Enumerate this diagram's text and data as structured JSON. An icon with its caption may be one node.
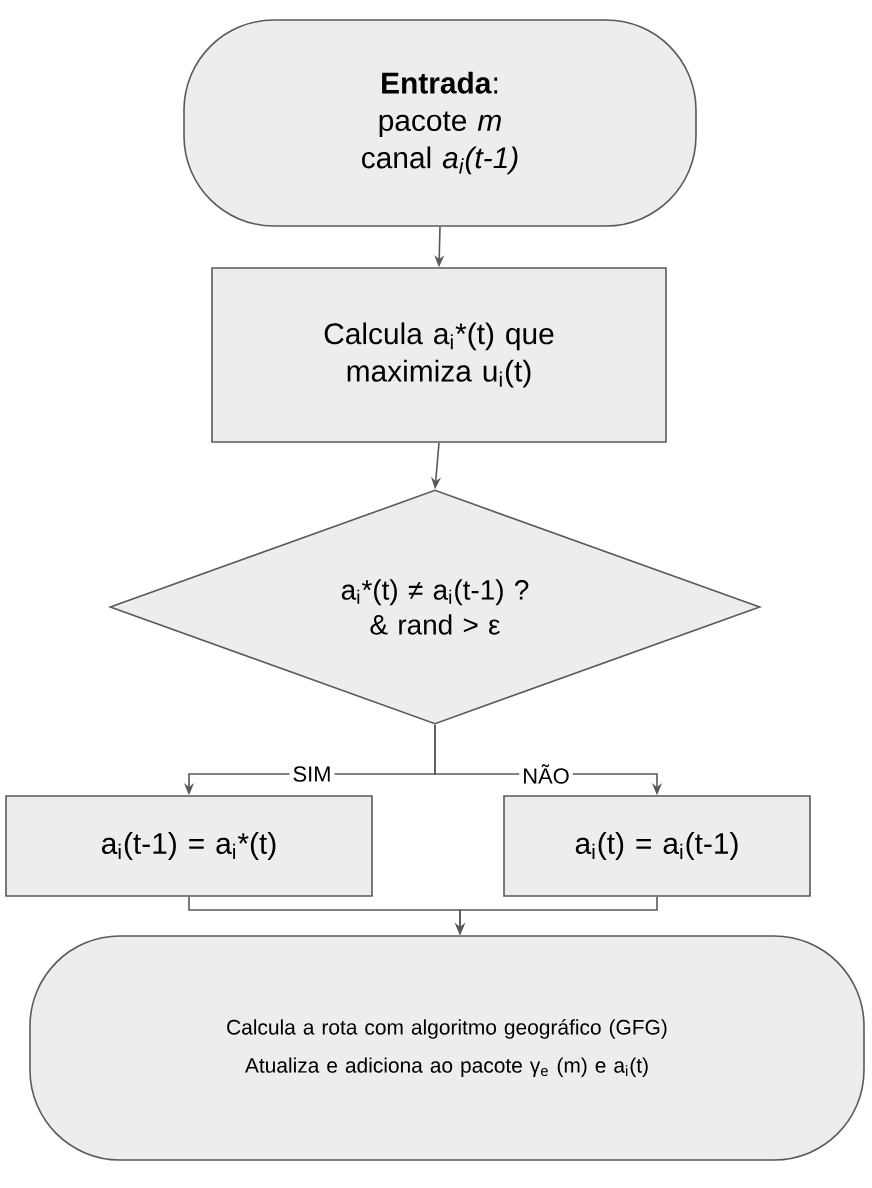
{
  "diagram": {
    "nodes": [
      {
        "text": [
          "**Entrada**:",
          "pacote *m*",
          "canal *a$_{i}$(t-1)*"
        ]
      },
      {
        "text": [
          "Calcula a$_{i}$*(t) que maximiza u$_{i}$(t)"
        ]
      },
      {
        "text": [
          "a$_{i}$*(t) ≠ a$_{i}$(t-1) ?",
          "&  rand > ε"
        ]
      },
      {
        "text": [
          "a$_{i}$(t-1) = a$_{i}$*(t)"
        ]
      },
      {
        "text": [
          "a$_{i}$(t) = a$_{i}$(t-1)"
        ]
      },
      {
        "text": [
          "Calcula a rota com algoritmo geográfico (GFG)",
          "Atualiza e adiciona ao pacote γ$_{e}$ (m) e a$_{i}$(t)"
        ]
      }
    ],
    "edges": [
      {
        "from": 0,
        "to": 1,
        "arrow": "to"
      },
      {
        "from": 1,
        "to": 2,
        "arrow": "to"
      },
      {
        "from": 2,
        "to": 3,
        "arrow": "to",
        "label": "SIM"
      },
      {
        "from": 2,
        "to": 4,
        "arrow": "to",
        "label": "NÃO"
      },
      {
        "from": 3,
        "to": 5,
        "arrow": "to"
      },
      {
        "from": 4,
        "to": 5,
        "arrow": "to"
      }
    ]
  }
}
